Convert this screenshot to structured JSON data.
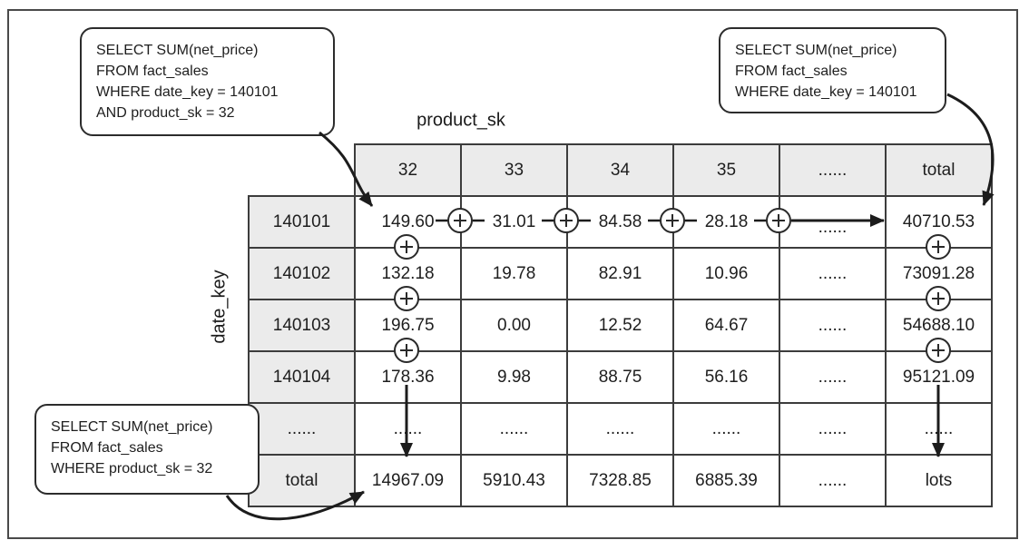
{
  "diagram": {
    "column_axis_label": "product_sk",
    "row_axis_label": "date_key",
    "plus_symbol": "+",
    "ellipsis": "......",
    "colors": {
      "header_bg": "#ebebeb",
      "line": "#3c3c3c",
      "text": "#1e1e1e"
    },
    "callouts": {
      "top_left": {
        "lines": [
          "SELECT SUM(net_price)",
          "FROM fact_sales",
          "WHERE date_key = 140101",
          "AND product_sk = 32"
        ]
      },
      "top_right": {
        "lines": [
          "SELECT SUM(net_price)",
          "FROM fact_sales",
          "WHERE date_key = 140101"
        ]
      },
      "bottom_left": {
        "lines": [
          "SELECT SUM(net_price)",
          "FROM fact_sales",
          "WHERE product_sk = 32"
        ]
      }
    },
    "table": {
      "column_headers": [
        "32",
        "33",
        "34",
        "35",
        "......",
        "total"
      ],
      "rows": [
        {
          "header": "140101",
          "cells": [
            "149.60",
            "31.01",
            "84.58",
            "28.18",
            "......",
            "40710.53"
          ]
        },
        {
          "header": "140102",
          "cells": [
            "132.18",
            "19.78",
            "82.91",
            "10.96",
            "......",
            "73091.28"
          ]
        },
        {
          "header": "140103",
          "cells": [
            "196.75",
            "0.00",
            "12.52",
            "64.67",
            "......",
            "54688.10"
          ]
        },
        {
          "header": "140104",
          "cells": [
            "178.36",
            "9.98",
            "88.75",
            "56.16",
            "......",
            "95121.09"
          ]
        },
        {
          "header": "......",
          "cells": [
            "......",
            "......",
            "......",
            "......",
            "......",
            "......"
          ]
        },
        {
          "header": "total",
          "cells": [
            "14967.09",
            "5910.43",
            "7328.85",
            "6885.39",
            "......",
            "lots"
          ]
        }
      ]
    }
  }
}
